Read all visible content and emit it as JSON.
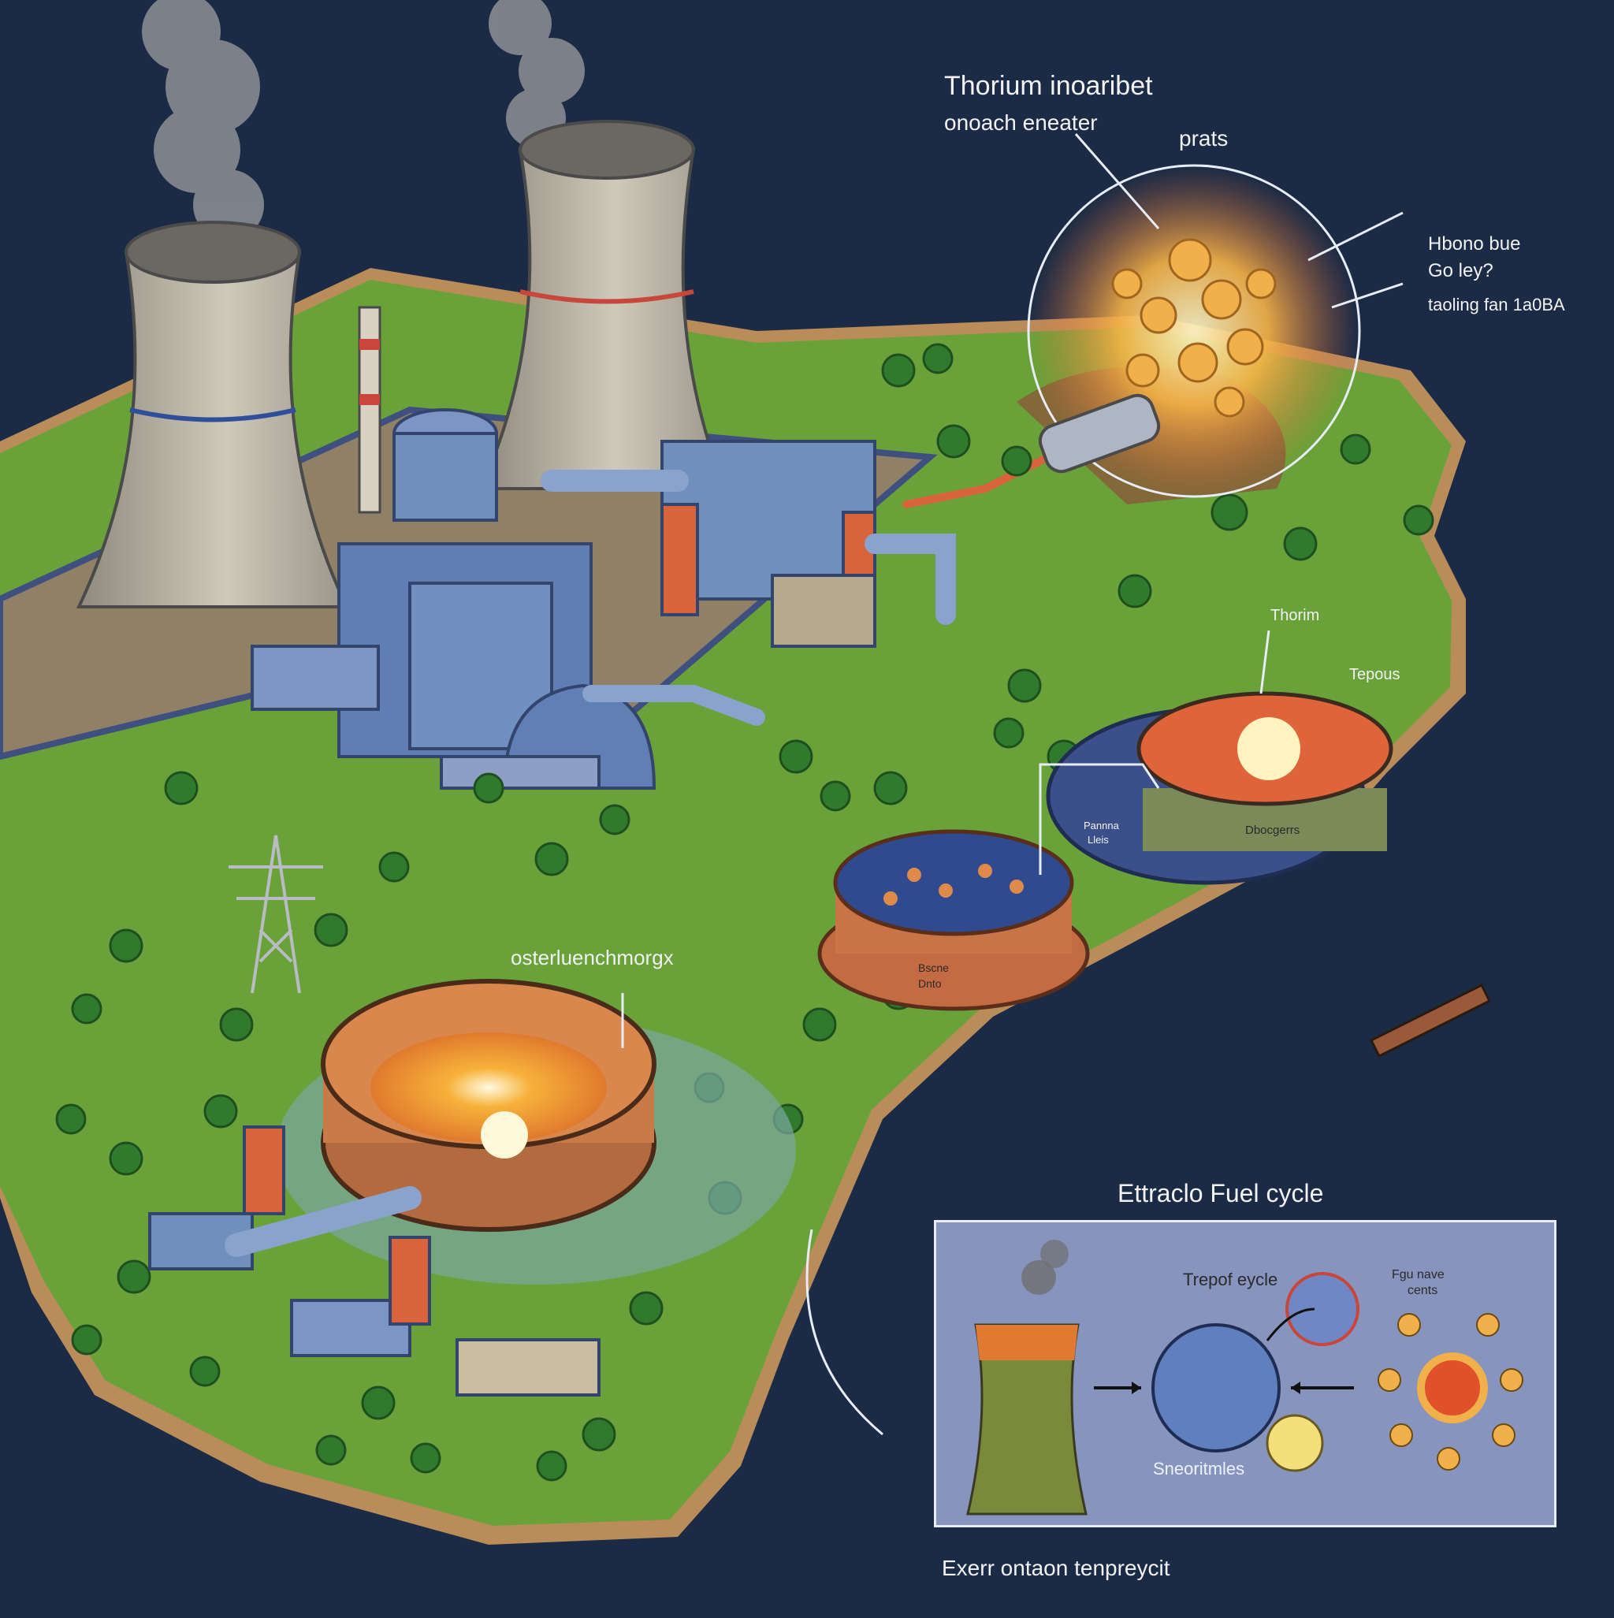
{
  "labels": {
    "thorium_title": "Thorium inoaribet",
    "thorium_sub": "onoach eneater",
    "prats": "prats",
    "hbono_line1": "Hbono bue",
    "hbono_line2": "Go ley?",
    "taoling": "taoling fan 1a0BA",
    "thorium_small": "Thorim",
    "tepous": "Tepous",
    "tank_left_a": "Pannna",
    "tank_left_b": "Lleis",
    "tank_right": "Dbocgerrs",
    "tank_mid_a": "Bscne",
    "tank_mid_b": "Dnto",
    "core_label": "osterluenchmorgx"
  },
  "panel": {
    "heading": "Ettraclo Fuel cycle",
    "cycle_label": "Trepof eycle",
    "corner_label_a": "Fgu  nave",
    "corner_label_b": "cents",
    "bottom_label": "Sneoritmles"
  },
  "footer": "Exerr ontaon tenpreycit",
  "colors": {
    "ocean": "#1b2b45",
    "grass": "#6aa23a",
    "beach": "#b98c5a",
    "steel": "#6f8fbd",
    "tower": "#b7b2a4",
    "accent": "#d9633a",
    "panel": "#8795be"
  }
}
